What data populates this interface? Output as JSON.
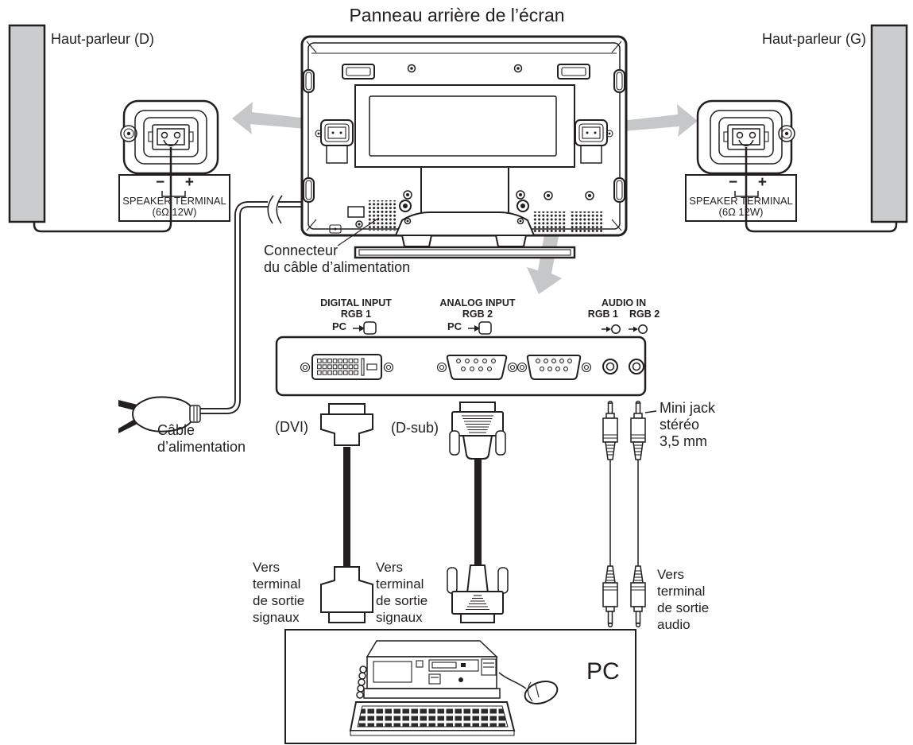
{
  "colors": {
    "ink": "#231f20",
    "speaker_gray": "#cbccce",
    "arrow_gray": "#c6c7c9",
    "background": "#ffffff"
  },
  "title": "Panneau arrière de l’écran",
  "speakers": {
    "left_label": "Haut-parleur (D)",
    "right_label": "Haut-parleur (G)",
    "terminal": {
      "minus": "−",
      "plus": "+",
      "name": "SPEAKER TERMINAL",
      "spec": "(6Ω 12W)"
    }
  },
  "power": {
    "connector_label": "Connecteur\ndu câble d’alimentation",
    "cable_label": "Câble\nd’alimentation"
  },
  "panel": {
    "digital": {
      "title": "DIGITAL INPUT",
      "sub": "RGB 1",
      "pc": "PC"
    },
    "analog": {
      "title": "ANALOG INPUT",
      "sub": "RGB 2",
      "pc": "PC"
    },
    "audio": {
      "title": "AUDIO IN",
      "sub1": "RGB 1",
      "sub2": "RGB 2"
    }
  },
  "plugs": {
    "dvi": "(DVI)",
    "dsub": "(D-sub)",
    "minijack": "Mini jack\nstéréo\n3,5 mm"
  },
  "destinations": {
    "dvi": "Vers\nterminal\nde sortie\nsignaux",
    "dsub": "Vers\nterminal\nde sortie\nsignaux",
    "audio": "Vers\nterminal\nde sortie\naudio"
  },
  "pc_box": {
    "label": "PC"
  },
  "icons": {
    "pc_input_icon": "arrow-into-box",
    "audio_input_icon": "arrow-into-circle",
    "direction_arrows": "thick-gray-arrow",
    "cable_break_icon": "double-arc-break"
  }
}
